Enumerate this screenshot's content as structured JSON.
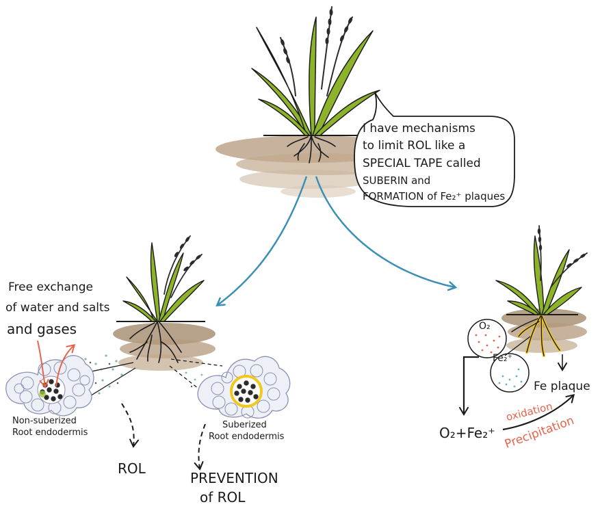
{
  "speech": {
    "line1": "I have mechanisms",
    "line2": "to limit ROL like a",
    "line3": "SPECIAL TAPE called",
    "line4": "SUBERIN and",
    "line5": "FORMATION of Fe₂⁺ plaques"
  },
  "left": {
    "free_line1": "Free exchange",
    "free_line2": "of water and salts",
    "free_line3": "and gases",
    "non_sub_line1": "Non-suberized",
    "non_sub_line2": "Root endodermis",
    "sub_line1": "Suberized",
    "sub_line2": "Root endodermis",
    "rol": "ROL",
    "prevention_line1": "PREVENTION",
    "prevention_line2": "of ROL"
  },
  "right": {
    "o2": "O₂",
    "fe2": "Fe₂⁺",
    "fe_plaque": "Fe plaque",
    "equation": "O₂+Fe₂⁺",
    "oxidation": "oxidation",
    "precipitation": "Precipitation"
  },
  "colors": {
    "leaf": "#8db32a",
    "arrow_blue": "#3b8fb5",
    "red": "#e8634a",
    "soil": "#b49a7c",
    "suberin_yellow": "#f2c81e"
  },
  "icons": [
    "plant",
    "soil",
    "roots",
    "root-cross-section",
    "speech-bubble",
    "curved-arrow"
  ]
}
